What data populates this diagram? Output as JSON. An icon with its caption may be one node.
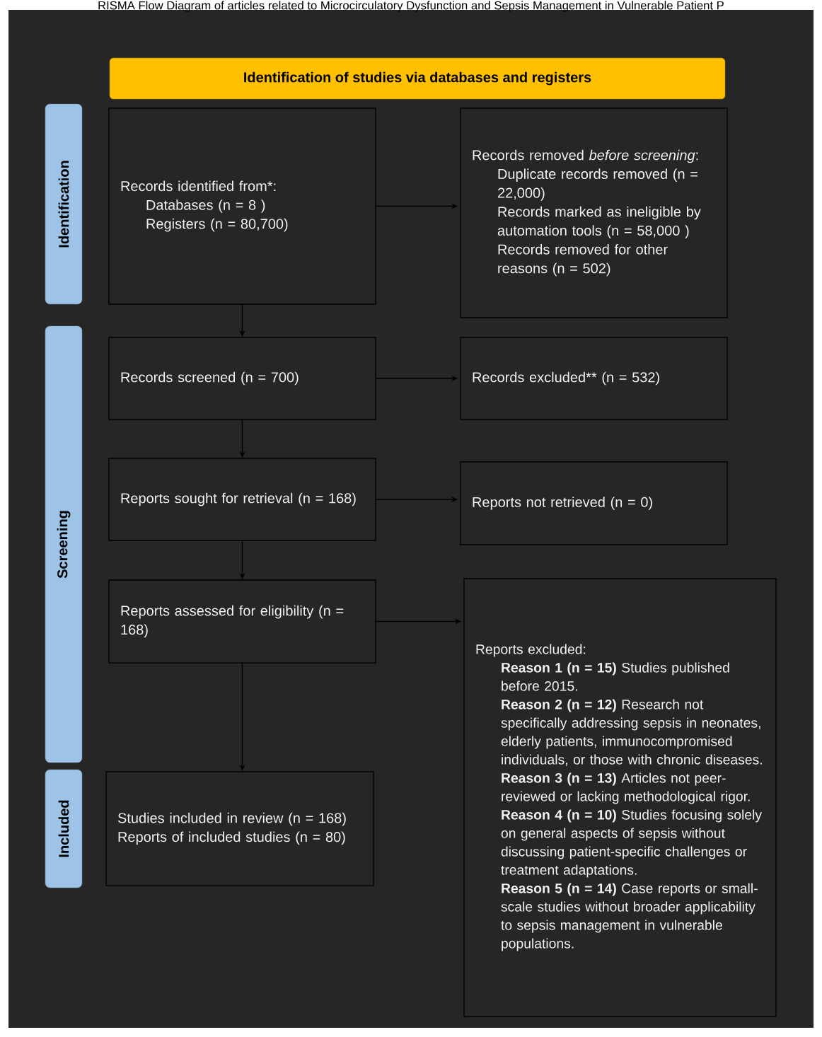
{
  "diagram": {
    "title": "RISMA Flow Diagram of articles related to Microcirculatory Dysfunction and Sepsis Management in Vulnerable Patient P",
    "nodes": [
      {
        "text": [
          "Identification of studies via databases and registers"
        ]
      },
      {
        "text": [
          "Identification"
        ]
      },
      {
        "text": [
          "Screening"
        ]
      },
      {
        "text": [
          "Included"
        ]
      },
      {
        "text": [
          "Records identified from*:",
          "Databases (n = 8 )",
          "Registers (n = 80,700)"
        ]
      },
      {
        "text": [
          "Records removed *before screening*:",
          "Duplicate records removed (n = 22,000)",
          "Records marked as ineligible by automation tools (n = 58,000 )",
          "Records removed for other reasons (n = 502)"
        ]
      },
      {
        "text": [
          "Records screened (n = 700)"
        ]
      },
      {
        "text": [
          "Records excluded** (n = 532)"
        ]
      },
      {
        "text": [
          "Reports sought for retrieval (n = 168)"
        ]
      },
      {
        "text": [
          "Reports not retrieved (n = 0)"
        ]
      },
      {
        "text": [
          "Reports assessed for eligibility (n = 168)"
        ]
      },
      {
        "text": [
          "Reports excluded:",
          "**Reason 1 (n = 15)** Studies published before 2015.",
          "**Reason 2 (n = 12)** Research not specifically addressing sepsis in neonates, elderly patients, immunocompromised individuals, or those with chronic diseases.",
          "**Reason 3 (n = 13)** Articles not peer-reviewed or lacking methodological rigor.",
          "**Reason 4 (n = 10)** Studies focusing solely on general aspects of sepsis without discussing patient-specific challenges or treatment adaptations.",
          "**Reason 5 (n = 14)** Case reports or small-scale studies without broader applicability to sepsis management in vulnerable populations."
        ]
      },
      {
        "text": [
          "Studies included in review (n = 168)",
          "Reports of included studies (n = 80)"
        ]
      }
    ],
    "edges": [
      {
        "from": 4,
        "to": 5,
        "arrow": "to"
      },
      {
        "from": 4,
        "to": 6,
        "arrow": "to"
      },
      {
        "from": 6,
        "to": 7,
        "arrow": "to"
      },
      {
        "from": 6,
        "to": 8,
        "arrow": "to"
      },
      {
        "from": 8,
        "to": 9,
        "arrow": "to"
      },
      {
        "from": 8,
        "to": 10,
        "arrow": "to"
      },
      {
        "from": 10,
        "to": 11,
        "arrow": "to"
      },
      {
        "from": 10,
        "to": 12,
        "arrow": "to"
      }
    ]
  }
}
